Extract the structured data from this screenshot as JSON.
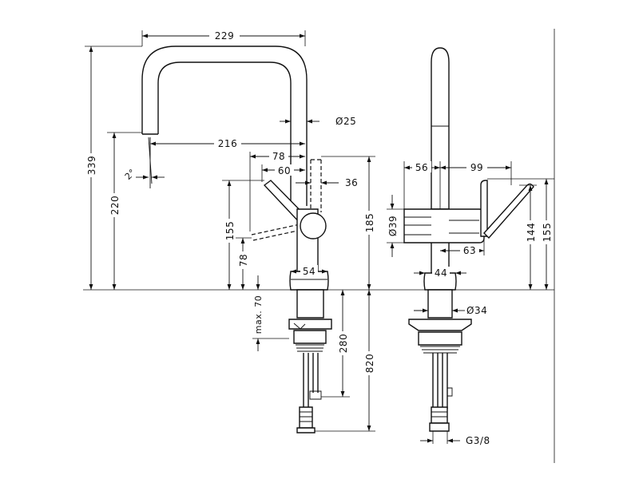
{
  "side_view": {
    "dimensions": {
      "width_229": "229",
      "spout_dia": "Ø25",
      "reach_216": "216",
      "offset_78": "78",
      "offset_60": "60",
      "offset_36": "36",
      "swivel_angle": "2°",
      "height_339": "339",
      "height_220": "220",
      "height_155": "155",
      "height_78": "78",
      "height_185": "185",
      "base_54": "54",
      "deck_max": "max. 70",
      "length_280": "280",
      "length_820": "820"
    }
  },
  "front_view": {
    "dimensions": {
      "left_56": "56",
      "right_99": "99",
      "body_dia": "Ø39",
      "lever_63": "63",
      "base_44": "44",
      "height_144": "144",
      "height_155": "155",
      "shank_dia": "Ø34",
      "thread": "G3/8"
    }
  }
}
